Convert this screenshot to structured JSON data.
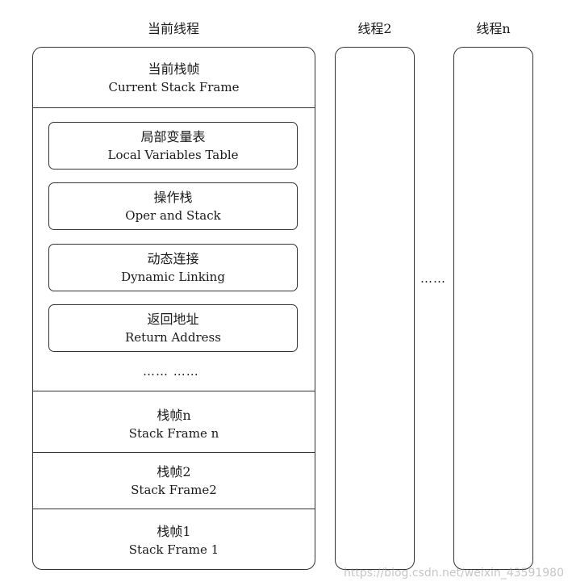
{
  "columns": {
    "current_thread_title": "当前线程",
    "thread2_title": "线程2",
    "threadn_title": "线程n"
  },
  "current_frame": {
    "zh": "当前栈帧",
    "en": "Current Stack Frame"
  },
  "frame_parts": [
    {
      "zh": "局部变量表",
      "en": "Local Variables Table"
    },
    {
      "zh": "操作栈",
      "en": "Oper and Stack"
    },
    {
      "zh": "动态连接",
      "en": "Dynamic Linking"
    },
    {
      "zh": "返回地址",
      "en": "Return Address"
    }
  ],
  "inner_ellipsis": "…… ……",
  "stack_frames": [
    {
      "zh": "栈帧n",
      "en": "Stack Frame n"
    },
    {
      "zh": "栈帧2",
      "en": "Stack Frame2"
    },
    {
      "zh": "栈帧1",
      "en": "Stack Frame 1"
    }
  ],
  "between_threads_ellipsis": "……",
  "watermark": "https://blog.csdn.net/weixin_43591980"
}
